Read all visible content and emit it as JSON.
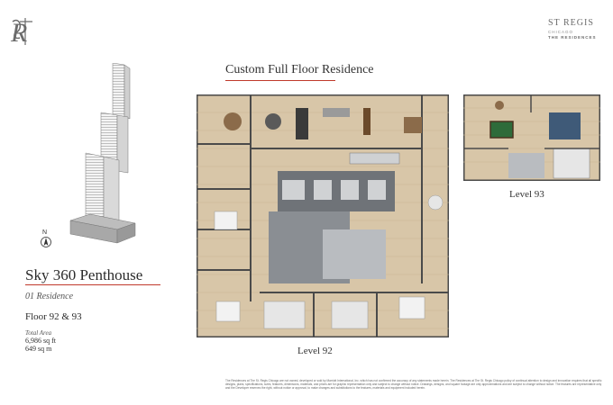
{
  "brand": {
    "monogram": "StR",
    "name": "ST REGIS",
    "city": "CHICAGO",
    "collection": "THE RESIDENCES"
  },
  "plan": {
    "title": "Custom Full Floor Residence"
  },
  "residence": {
    "title": "Sky 360 Penthouse",
    "subtitle": "01 Residence",
    "floors": "Floor 92 & 93",
    "area_label": "Total Area",
    "area_sqft": "6,986 sq ft",
    "area_sqm": "649 sq m"
  },
  "compass": {
    "label": "N"
  },
  "levels": {
    "level92": "Level 92",
    "level93": "Level 93"
  },
  "disclaimer": "The Residences at The St. Regis Chicago are not owned, developed or sold by Marriott International, Inc. which has not confirmed the accuracy of any statements made herein. The Residences at The St. Regis Chicago policy of continual attention to design and innovation requires that all specific designs, plans, specifications, sizes, features, dimensions, materials, and prices are for graphic representation only and subject to change without notice. Drawings, designs, and square footage are only approximations and are subject to change without notice. The features are representative only and the Developer reserves the right, without notice or approval, to make changes and substitutions to the features, materials and equipment included herein.",
  "colors": {
    "accent_rule": "#c0392b",
    "floor_wood": "#d8c6a8",
    "core_gray": "#6f7378",
    "wall": "#4a4a4a"
  }
}
